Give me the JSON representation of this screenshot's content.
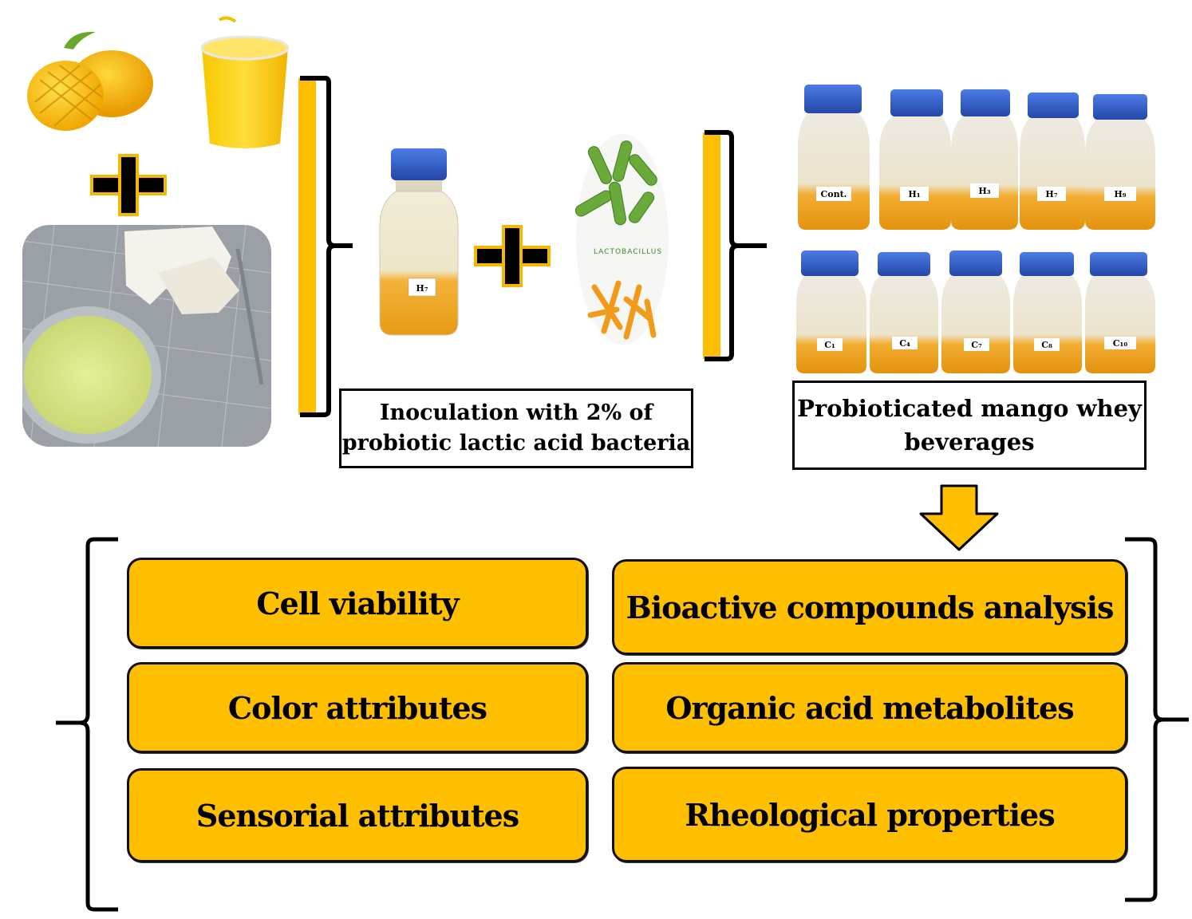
{
  "captions": {
    "inoculation_line1": "Inoculation with 2% of",
    "inoculation_line2": "probiotic lactic acid bacteria",
    "beverages_line1": "Probioticated mango whey",
    "beverages_line2": "beverages"
  },
  "center_bottle_label": "H₇",
  "lacto_label": "LACTOBACILLUS",
  "bottles_top": [
    "Cont.",
    "H₁",
    "H₃",
    "H₇",
    "H₉"
  ],
  "bottles_bottom": [
    "C₁",
    "C₄",
    "C₇",
    "C₈",
    "C₁₀"
  ],
  "analyses": [
    "Cell viability",
    "Bioactive compounds analysis",
    "Color attributes",
    "Organic acid metabolites",
    "Sensorial attributes",
    "Rheological properties"
  ],
  "colors": {
    "accent": "#fdbf00",
    "outline": "#000000",
    "cap_blue": "#2f5fd0"
  }
}
